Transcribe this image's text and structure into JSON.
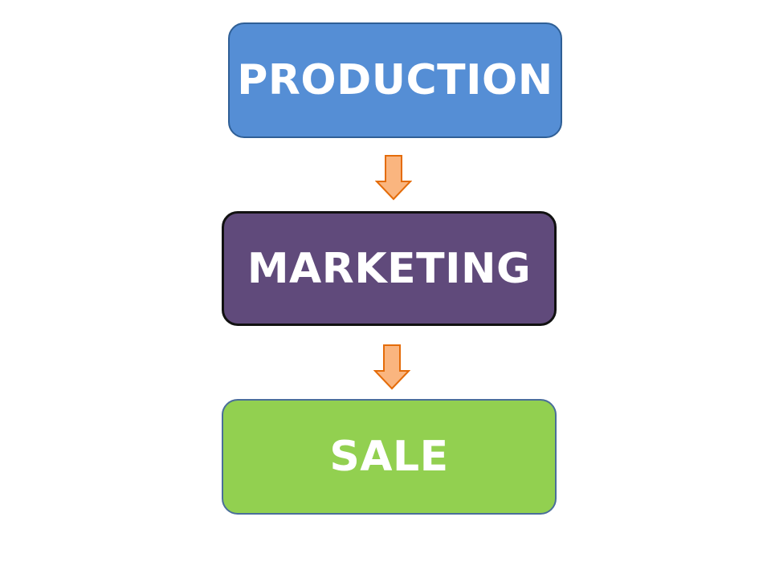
{
  "flow": {
    "steps": [
      {
        "label": "PRODUCTION",
        "fill": "#558ed5"
      },
      {
        "label": "MARKETING",
        "fill": "#604a7b"
      },
      {
        "label": "SALE",
        "fill": "#92d050"
      }
    ],
    "arrow_fill": "#fab57f",
    "arrow_stroke": "#e46c0a"
  }
}
